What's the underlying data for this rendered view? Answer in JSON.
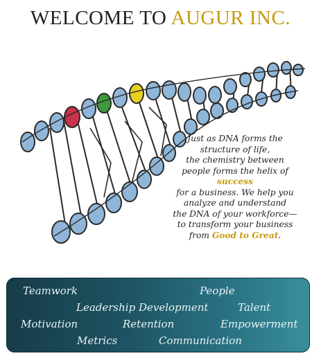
{
  "header": {
    "lead": "WELCOME TO ",
    "brand": "AUGUR INC."
  },
  "blurb": {
    "line1": "Just as DNA forms the",
    "line2": "structure of life,",
    "line3": "the chemistry between",
    "line4": "people forms the helix of",
    "highlight1": "success",
    "line5": "for a business. We help you",
    "line6": "analyze and understand",
    "line7": "the DNA of your workforce—",
    "line8": "to transform your business",
    "line9_pre": "from ",
    "highlight2": "Good to Great",
    "line9_post": "."
  },
  "keywords": {
    "teamwork": "Teamwork",
    "people": "People",
    "leadership": "Leadership Development",
    "talent": "Talent",
    "motivation": "Motivation",
    "retention": "Retention",
    "empowerment": "Empowerment",
    "metrics": "Metrics",
    "communication": "Communication"
  },
  "colors": {
    "brand_gold": "#c49a10",
    "panel_dark": "#173c49",
    "panel_light": "#3a8f9b",
    "bead_blue": "#8fb6d8",
    "bead_red": "#c8324a",
    "bead_green": "#3f9a3c",
    "bead_yellow": "#e6d020"
  }
}
